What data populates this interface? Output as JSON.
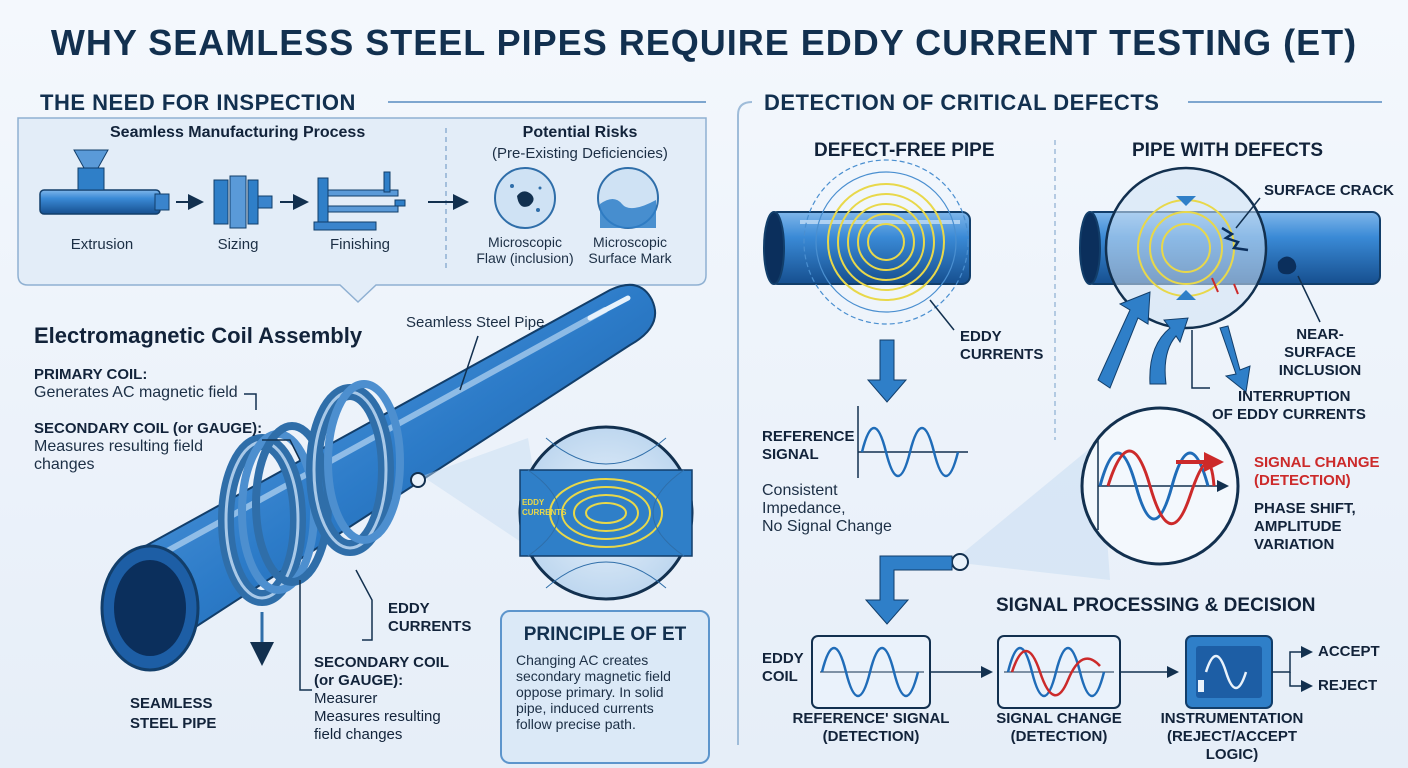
{
  "title": "WHY SEAMLESS STEEL PIPES REQUIRE EDDY CURRENT TESTING (ET)",
  "need": {
    "heading": "THE NEED FOR INSPECTION",
    "process_title": "Seamless Manufacturing Process",
    "steps": [
      "Extrusion",
      "Sizing",
      "Finishing"
    ],
    "risks_title": "Potential Risks",
    "risks_subtitle": "(Pre-Existing Deficiencies)",
    "risks": [
      {
        "line1": "Microscopic",
        "line2": "Flaw (inclusion)"
      },
      {
        "line1": "Microscopic",
        "line2": "Surface Mark"
      }
    ]
  },
  "assembly": {
    "heading": "Electromagnetic Coil Assembly",
    "pipe_label": "Seamless Steel Pipe",
    "primary_title": "PRIMARY COIL:",
    "primary_desc": "Generates AC magnetic field",
    "secondary_title": "SECONDARY COIL (or GAUGE):",
    "secondary_desc1": "Measures resulting field",
    "secondary_desc2": "changes",
    "zoom_label1": "EDDY",
    "zoom_label2": "CURRENTS",
    "eddy1": "EDDY",
    "eddy2": "CURRENTS",
    "sec2_l1": "SECONDARY COIL",
    "sec2_l2": "(or GAUGE):",
    "sec2_l3": "Measurer",
    "sec2_l4": "Measures resulting",
    "sec2_l5": "field changes",
    "seamless1": "SEAMLESS",
    "seamless2": "STEEL PIPE"
  },
  "principle": {
    "title": "PRINCIPLE OF ET",
    "lines": [
      "Changing AC creates",
      "secondary magnetic field",
      "oppose primary. In solid",
      "pipe, induced currents",
      "follow precise path."
    ]
  },
  "detection": {
    "heading": "DETECTION OF CRITICAL DEFECTS",
    "free_title": "DEFECT-FREE PIPE",
    "defect_title": "PIPE WITH DEFECTS",
    "eddy1": "EDDY",
    "eddy2": "CURRENTS",
    "ref1": "REFERENCE",
    "ref2": "SIGNAL",
    "consistent1": "Consistent",
    "consistent2": "Impedance,",
    "consistent3": "No Signal Change",
    "crack": "SURFACE CRACK",
    "near1": "NEAR-SURFACE",
    "near2": "INCLUSION",
    "interrupt1": "INTERRUPTION",
    "interrupt2": "OF EDDY CURRENTS",
    "sigchange1": "SIGNAL CHANGE",
    "sigchange2": "(DETECTION)",
    "phase1": "PHASE SHIFT,",
    "phase2": "AMPLITUDE",
    "phase3": "VARIATION"
  },
  "processing": {
    "heading": "SIGNAL PROCESSING & DECISION",
    "coil1": "EDDY",
    "coil2": "COIL",
    "stages": [
      {
        "l1": "REFERENCE' SIGNAL",
        "l2": "(DETECTION)"
      },
      {
        "l1": "SIGNAL CHANGE",
        "l2": "(DETECTION)"
      },
      {
        "l1": "INSTRUMENTATION",
        "l2": "(REJECT/ACCEPT LOGIC)"
      }
    ],
    "accept": "ACCEPT",
    "reject": "REJECT"
  },
  "colors": {
    "primary": "#2f7fc8",
    "dark": "#12304f",
    "accent": "#e8d84a",
    "alert": "#cc2a2a"
  }
}
